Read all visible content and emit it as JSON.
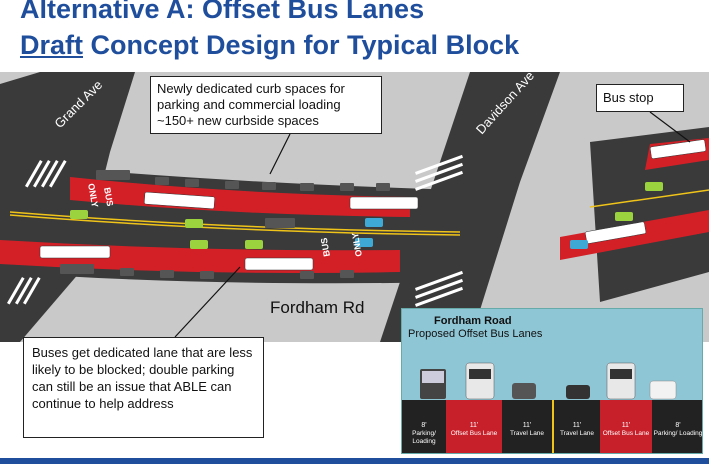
{
  "slide": {
    "title_line1": "Alternative A: Offset Bus Lanes",
    "title_line2_underlined": "Draft",
    "title_line2_rest": " Concept Design for Typical Block"
  },
  "callouts": {
    "curb": "Newly dedicated curb spaces for parking and commercial loading ~150+ new curbside spaces",
    "bus_stop": "Bus stop",
    "bus_lane": "Buses get dedicated lane that are less likely to be blocked; double parking can still be an issue that ABLE can continue to help address"
  },
  "streets": {
    "grand": "Grand Ave",
    "davidson": "Davidson Ave",
    "fordham": "Fordham Rd"
  },
  "markings": {
    "bus_upper": "BUS",
    "only_upper": "ONLY",
    "bus_lower": "BUS",
    "only_lower": "ONLY"
  },
  "inset": {
    "title": "Fordham Road",
    "subtitle": "Proposed Offset Bus Lanes",
    "lanes": [
      {
        "width": "8'",
        "name": "Parking/ Loading",
        "color": "#222222"
      },
      {
        "width": "11'",
        "name": "Offset Bus Lane",
        "color": "#c8202a"
      },
      {
        "width": "11'",
        "name": "Travel Lane",
        "color": "#222222"
      },
      {
        "width": "11'",
        "name": "Travel Lane",
        "color": "#222222"
      },
      {
        "width": "11'",
        "name": "Offset Bus Lane",
        "color": "#c8202a"
      },
      {
        "width": "8'",
        "name": "Parking/ Loading",
        "color": "#222222"
      }
    ]
  },
  "colors": {
    "title": "#1f4e9c",
    "bus_lane": "#d32027",
    "road": "#3a3a3a",
    "sidewalk": "#c9c9c9",
    "car_green": "#9bd33f",
    "car_blue": "#3fa9d6"
  }
}
